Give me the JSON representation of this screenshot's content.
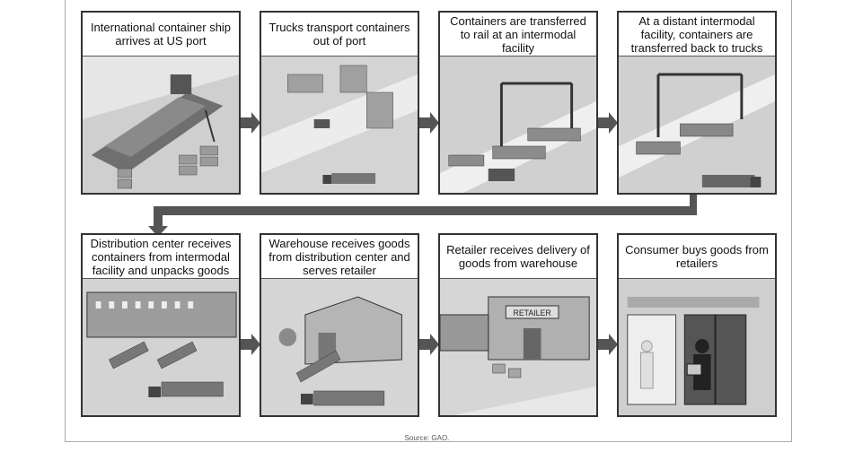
{
  "panels": [
    {
      "caption": "International container ship arrives at US port",
      "scene": "ship"
    },
    {
      "caption": "Trucks transport containers out of port",
      "scene": "port-trucks"
    },
    {
      "caption": "Containers are transferred to rail at an intermodal facility",
      "scene": "rail-transfer"
    },
    {
      "caption": "At a distant intermodal facility, containers are transferred back to trucks",
      "scene": "rail-to-truck"
    },
    {
      "caption": "Distribution center receives containers from intermodal facility and unpacks goods",
      "scene": "distribution-center"
    },
    {
      "caption": "Warehouse receives goods from distribution center and serves retailer",
      "scene": "warehouse"
    },
    {
      "caption": "Retailer receives delivery of goods from warehouse",
      "scene": "retailer-delivery"
    },
    {
      "caption": "Consumer buys goods from retailers",
      "scene": "consumer"
    }
  ],
  "retailer_sign": "RETAILER",
  "source": "Source: GAO."
}
